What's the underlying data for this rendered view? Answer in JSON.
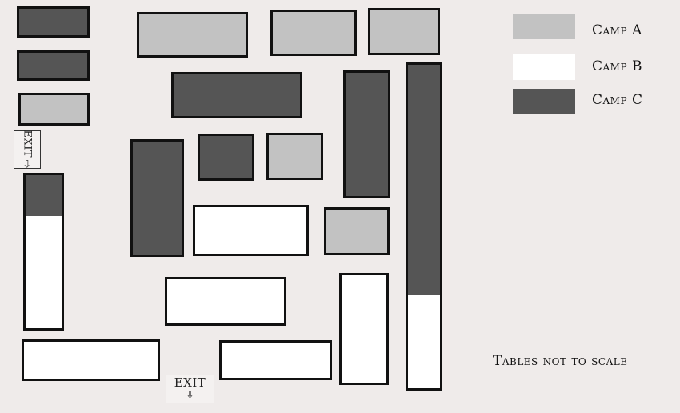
{
  "colors": {
    "camp_a": "#c2c2c2",
    "camp_b": "#ffffff",
    "camp_c": "#555555",
    "background": "#efebea"
  },
  "legend": [
    {
      "label": "Camp A",
      "camp": "a"
    },
    {
      "label": "Camp B",
      "camp": "b"
    },
    {
      "label": "Camp C",
      "camp": "c"
    }
  ],
  "exit_label": "EXIT",
  "exit_arrow": "⇩",
  "note": "Tables not to scale",
  "tables": [
    {
      "id": "t01",
      "camp": "c"
    },
    {
      "id": "t02",
      "camp": "c"
    },
    {
      "id": "t03",
      "camp": "a"
    },
    {
      "id": "t04",
      "camp": "a"
    },
    {
      "id": "t05",
      "camp": "a"
    },
    {
      "id": "t06",
      "camp": "a"
    },
    {
      "id": "t07",
      "camp": "c"
    },
    {
      "id": "t08",
      "camp": "c"
    },
    {
      "id": "t09",
      "camp": "c"
    },
    {
      "id": "t10",
      "camp": "c"
    },
    {
      "id": "t11",
      "camp": "a"
    },
    {
      "id": "t12",
      "camp": [
        "c",
        "b"
      ]
    },
    {
      "id": "t13",
      "camp": "b"
    },
    {
      "id": "t14",
      "camp": "a"
    },
    {
      "id": "t15",
      "camp": "b"
    },
    {
      "id": "t16",
      "camp": "b"
    },
    {
      "id": "t17",
      "camp": "b"
    },
    {
      "id": "t18",
      "camp": "b"
    },
    {
      "id": "t19",
      "camp": [
        "c",
        "b"
      ]
    }
  ]
}
